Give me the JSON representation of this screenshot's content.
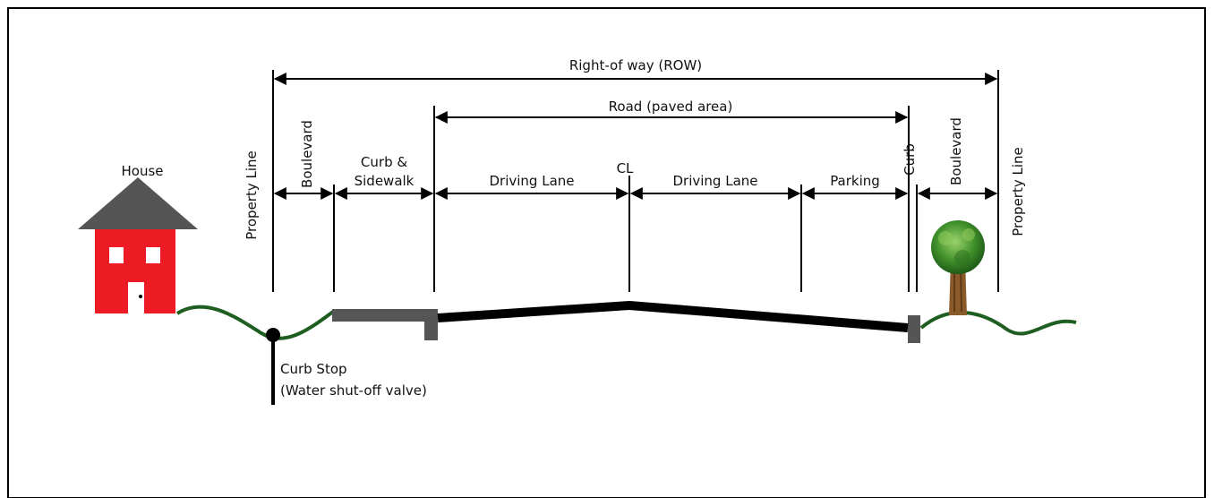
{
  "labels": {
    "row": "Right-of way (ROW)",
    "road": "Road (paved area)",
    "house": "House",
    "property_line_left": "Property Line",
    "boulevard_left": "Boulevard",
    "curb_sidewalk_line1": "Curb &",
    "curb_sidewalk_line2": "Sidewalk",
    "driving_lane_1": "Driving Lane",
    "centerline": "CL",
    "driving_lane_2": "Driving Lane",
    "parking": "Parking",
    "curb": "Curb",
    "boulevard_right": "Boulevard",
    "property_line_right": "Property Line",
    "curb_stop_line1": "Curb Stop",
    "curb_stop_line2": "(Water shut-off valve)"
  },
  "colors": {
    "house_body": "#ed1c24",
    "roof": "#555555",
    "ground": "#1e5e20",
    "pavement": "#000000",
    "concrete": "#555555",
    "tree_trunk": "#8b5a2b",
    "tree_foliage": "#3f8f2a"
  }
}
